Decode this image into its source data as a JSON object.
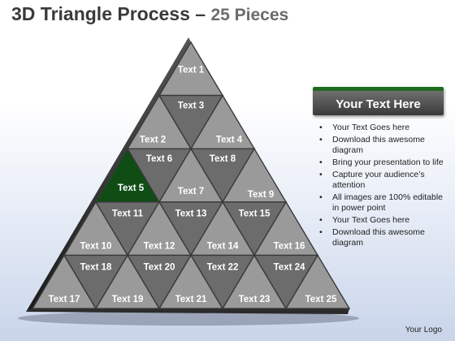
{
  "title": {
    "main": "3D Triangle Process",
    "separator": " – ",
    "sub": "25 Pieces"
  },
  "pieces": [
    {
      "label": "Text 1"
    },
    {
      "label": "Text 2"
    },
    {
      "label": "Text 3"
    },
    {
      "label": "Text 4"
    },
    {
      "label": "Text 5",
      "highlight": true
    },
    {
      "label": "Text 6"
    },
    {
      "label": "Text 7"
    },
    {
      "label": "Text 8"
    },
    {
      "label": "Text 9"
    },
    {
      "label": "Text 10"
    },
    {
      "label": "Text 11"
    },
    {
      "label": "Text 12"
    },
    {
      "label": "Text 13"
    },
    {
      "label": "Text 14"
    },
    {
      "label": "Text 15"
    },
    {
      "label": "Text 16"
    },
    {
      "label": "Text 17"
    },
    {
      "label": "Text 18"
    },
    {
      "label": "Text 19"
    },
    {
      "label": "Text 20"
    },
    {
      "label": "Text 21"
    },
    {
      "label": "Text 22"
    },
    {
      "label": "Text 23"
    },
    {
      "label": "Text 24"
    },
    {
      "label": "Text 25"
    }
  ],
  "colors": {
    "up": "#9a9a9a",
    "down": "#6c6c6c",
    "highlight": "#0f4d14",
    "label": "#ffffff",
    "header_bar": "#1f6b1f"
  },
  "panel": {
    "header": "Your Text Here",
    "bullets": [
      "Your Text Goes here",
      "Download this awesome diagram",
      "Bring your presentation to life",
      "Capture your audience’s attention",
      "All images are 100% editable in power point",
      "Your Text Goes here",
      "Download this awesome diagram"
    ]
  },
  "logo": "Your Logo"
}
